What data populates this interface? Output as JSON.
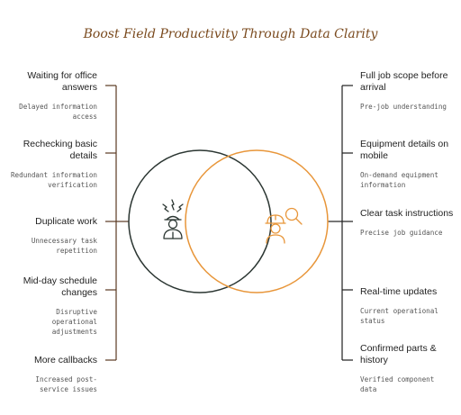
{
  "title": "Boost Field Productivity Through Data Clarity",
  "left_items": [
    {
      "head": "Waiting for office answers",
      "desc": "Delayed information access"
    },
    {
      "head": "Rechecking basic details",
      "desc": "Redundant information verification"
    },
    {
      "head": "Duplicate work",
      "desc": "Unnecessary task repetition"
    },
    {
      "head": "Mid-day schedule changes",
      "desc": "Disruptive operational adjustments"
    },
    {
      "head": "More callbacks",
      "desc": "Increased post-service issues"
    }
  ],
  "right_items": [
    {
      "head": "Full job scope before arrival",
      "desc": "Pre-job understanding"
    },
    {
      "head": "Equipment details on mobile",
      "desc": "On-demand equipment information"
    },
    {
      "head": "Clear task instructions",
      "desc": "Precise job guidance"
    },
    {
      "head": "Real-time updates",
      "desc": "Current operational status"
    },
    {
      "head": "Confirmed parts & history",
      "desc": "Verified component data"
    }
  ],
  "icons": {
    "left_circle": "stressed-worker-icon",
    "right_circle": "worker-search-icon"
  },
  "colors": {
    "left": "#2b3632",
    "right": "#e8963a",
    "title": "#7a4a1e"
  }
}
